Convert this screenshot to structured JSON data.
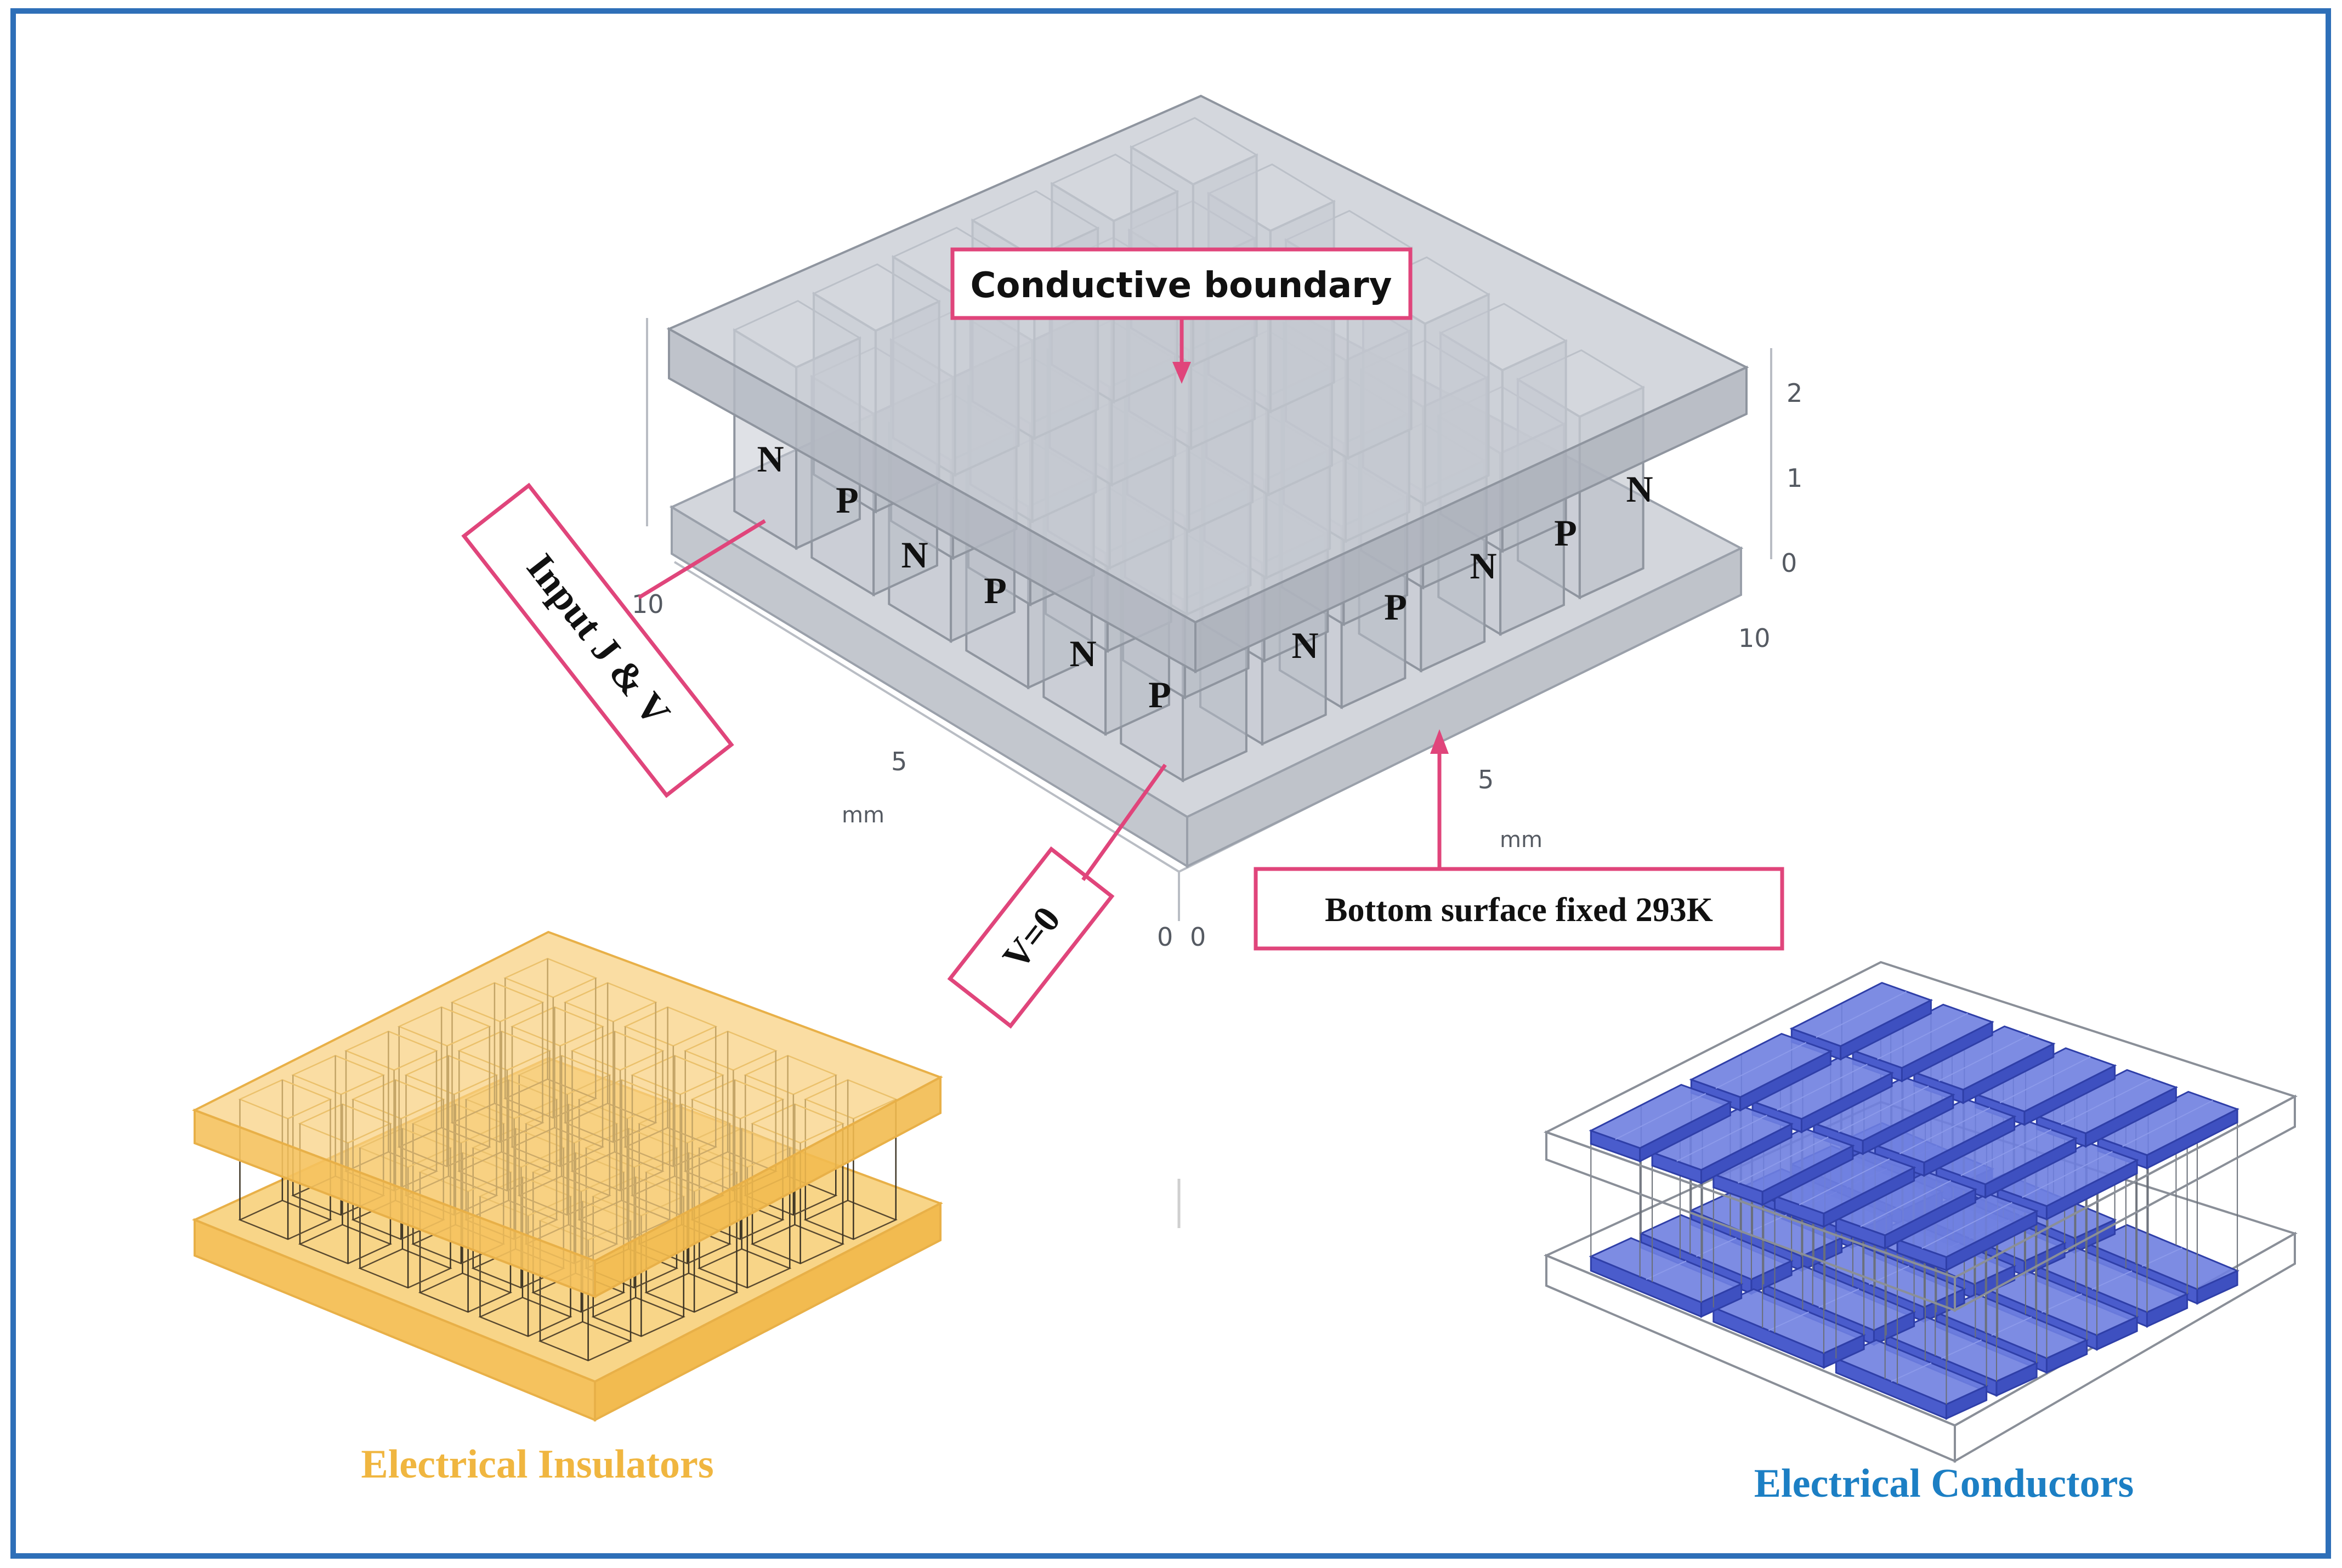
{
  "labels": {
    "conductive_boundary": "Conductive boundary",
    "input_jv": "Input J & V",
    "v_zero": "V=0",
    "bottom_surface": "Bottom surface  fixed 293K",
    "electrical_insulators": "Electrical Insulators",
    "electrical_conductors": "Electrical Conductors"
  },
  "legs_front_left": [
    "N",
    "P",
    "N",
    "P",
    "N",
    "P"
  ],
  "legs_front_right": [
    "N",
    "P",
    "N",
    "P",
    "N"
  ],
  "axes": {
    "z_ticks": [
      "2",
      "1",
      "0"
    ],
    "left_ticks": [
      "10",
      "5"
    ],
    "right_ticks": [
      "10",
      "5"
    ],
    "origin_left": "0",
    "origin_right": "0",
    "unit_left": "mm",
    "unit_right": "mm"
  },
  "colors": {
    "frame": "#2e6fb8",
    "callout": "#e0457b",
    "insulator": "#f5c25e",
    "insulator_text": "#f0b640",
    "conductor": "#3c4fc8",
    "conductor_text": "#1c7fc4",
    "plate_gray": "#c8ccd4"
  }
}
